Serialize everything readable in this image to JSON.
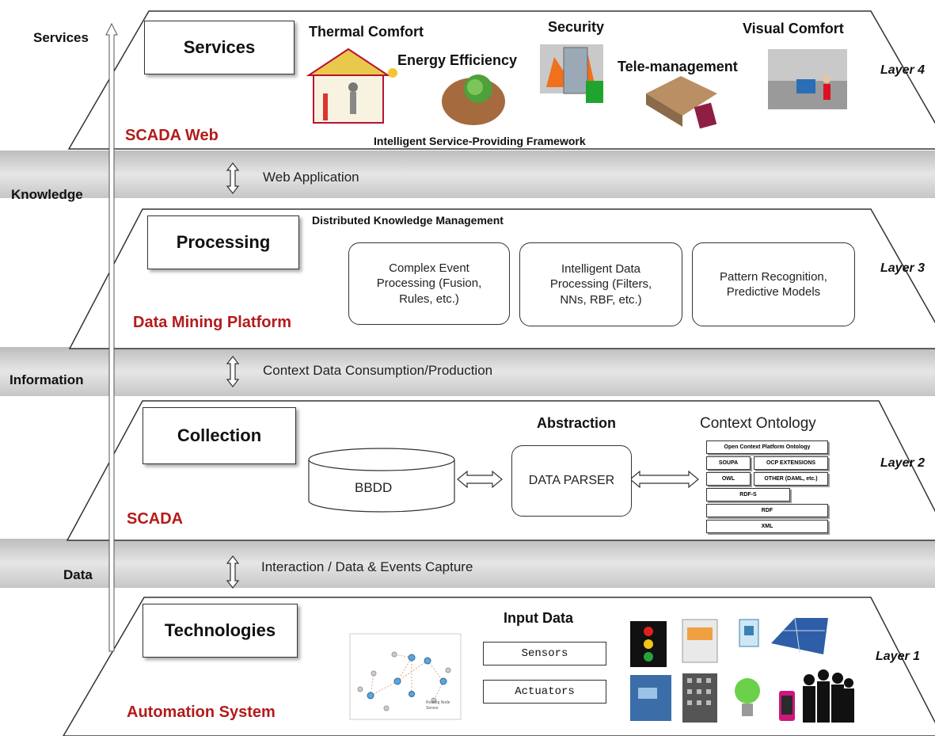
{
  "side_labels": {
    "services": "Services",
    "knowledge": "Knowledge",
    "information": "Information",
    "data": "Data"
  },
  "layers": [
    {
      "layer_label": "Layer 4",
      "title": "Services",
      "platform": "SCADA Web",
      "service_items": [
        "Thermal Comfort",
        "Energy Efficiency",
        "Security",
        "Tele-management",
        "Visual Comfort"
      ],
      "caption": "Intelligent Service-Providing Framework"
    },
    {
      "layer_label": "Layer 3",
      "title": "Processing",
      "platform": "Data Mining Platform",
      "caption": "Distributed Knowledge Management",
      "boxes": [
        "Complex Event Processing (Fusion, Rules, etc.)",
        "Intelligent  Data Processing (Filters, NNs, RBF, etc.)",
        "Pattern Recognition, Predictive Models"
      ]
    },
    {
      "layer_label": "Layer 2",
      "title": "Collection",
      "platform": "SCADA",
      "abstraction": "Abstraction",
      "database": "BBDD",
      "parser": "DATA PARSER",
      "ontology": {
        "heading": "Context Ontology",
        "rows": [
          "Open Context Platform Ontology",
          "SOUPA",
          "OCP EXTENSIONS",
          "OWL",
          "OTHER (DAML, etc.)",
          "RDF-S",
          "RDF",
          "XML"
        ]
      }
    },
    {
      "layer_label": "Layer 1",
      "title": "Technologies",
      "platform": "Automation System",
      "input_heading": "Input Data",
      "inputs": [
        "Sensors",
        "Actuators"
      ],
      "graph_legend": [
        "Routing Node",
        "Sensor"
      ]
    }
  ],
  "connectors": [
    "Web Application",
    "Context Data Consumption/Production",
    "Interaction / Data & Events Capture"
  ],
  "colors": {
    "platform_red": "#b31b1b",
    "layer_fill": "#ffffff",
    "band_gray": "#d0d0d0"
  }
}
